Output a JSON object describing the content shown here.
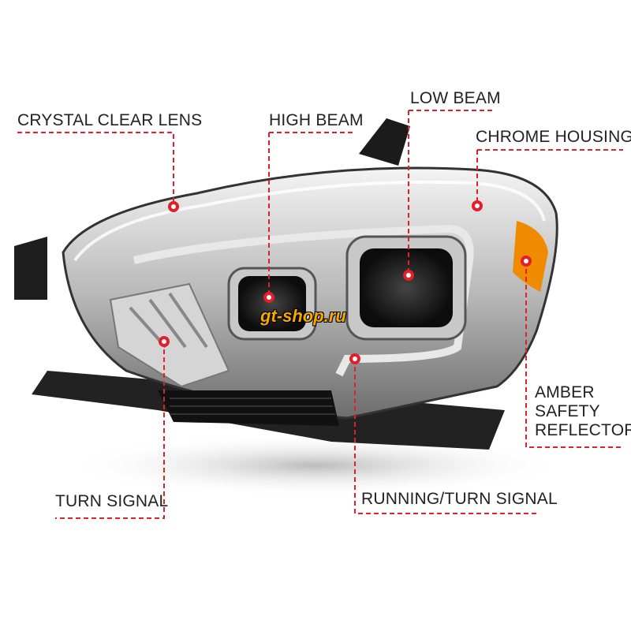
{
  "labels": {
    "crystal_clear_lens": "CRYSTAL CLEAR LENS",
    "high_beam": "HIGH BEAM",
    "low_beam": "LOW BEAM",
    "chrome_housing": "CHROME HOUSING",
    "amber_line1": "AMBER",
    "amber_line2": "SAFETY",
    "amber_line3": "REFLECTOR",
    "turn_signal": "TURN SIGNAL",
    "running_turn_signal": "RUNNING/TURN SIGNAL"
  },
  "watermark": "gt-shop.ru",
  "colors": {
    "callout": "#e0202a",
    "amber": "#f08a00"
  }
}
